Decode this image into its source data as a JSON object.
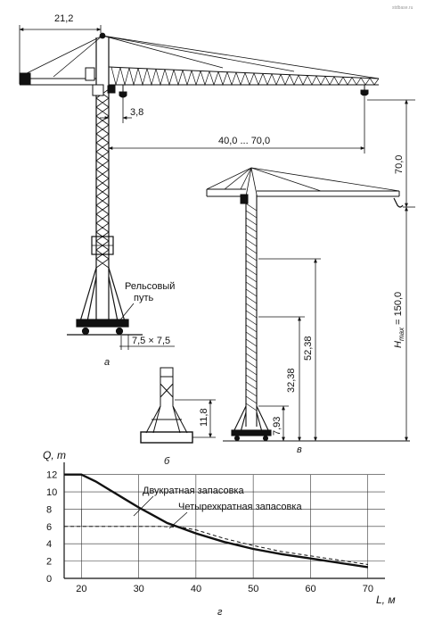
{
  "watermark": "stdbase.ru",
  "figure_a": {
    "dim_jib_counter": "21,2",
    "dim_offset": "3,8",
    "dim_reach": "40,0 ... 70,0",
    "dim_height_top": "70,0",
    "rail_label_line1": "Рельсовый",
    "rail_label_line2": "путь",
    "dim_base": "7,5 × 7,5",
    "caption": "а"
  },
  "figure_b": {
    "dim_height": "11,8",
    "caption": "б"
  },
  "figure_v": {
    "dim_hmax": "H",
    "dim_hmax_sub": "max",
    "dim_hmax_value": " = 150,0",
    "dim_52": "52,38",
    "dim_32": "32,38",
    "dim_7": "7,93",
    "caption": "в"
  },
  "figure_g": {
    "caption": "г",
    "chart_data": {
      "type": "line",
      "ylabel": "Q, т",
      "xlabel": "L, м",
      "xlim": [
        17,
        73
      ],
      "ylim": [
        0,
        13
      ],
      "x_ticks": [
        20,
        30,
        40,
        50,
        60,
        70
      ],
      "y_ticks": [
        0,
        2,
        4,
        6,
        8,
        10,
        12
      ],
      "series": [
        {
          "name": "Двукратная запасовка",
          "style": "solid",
          "x": [
            17,
            20,
            22.5,
            25,
            27.5,
            30,
            32.5,
            35,
            37.5,
            40,
            45,
            50,
            55,
            60,
            65,
            70
          ],
          "y": [
            12,
            12,
            11.2,
            10.2,
            9.2,
            8.2,
            7.3,
            6.4,
            5.8,
            5.2,
            4.2,
            3.4,
            2.8,
            2.3,
            1.8,
            1.3
          ]
        },
        {
          "name": "Четырехкратная запасовка",
          "style": "dashed",
          "x": [
            17,
            34,
            37.5,
            40,
            45,
            50,
            55,
            60,
            65,
            70
          ],
          "y": [
            6,
            6,
            5.9,
            5.6,
            4.6,
            3.8,
            3.1,
            2.6,
            2.1,
            1.6
          ]
        }
      ],
      "grid": true
    }
  },
  "colors": {
    "ink": "#111111",
    "grid": "#333333"
  }
}
